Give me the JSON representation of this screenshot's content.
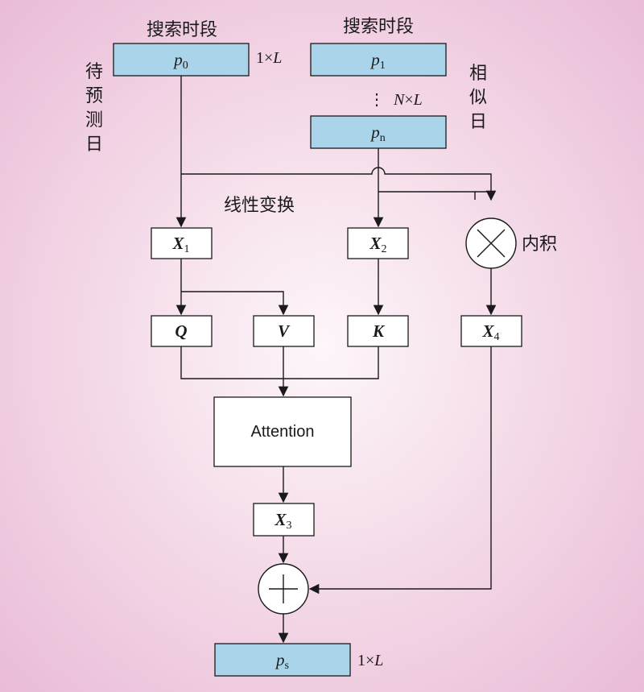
{
  "labels": {
    "search_period_left": "搜索时段",
    "search_period_right": "搜索时段",
    "target_day": [
      "待",
      "预",
      "测",
      "日"
    ],
    "similar_day": [
      "相",
      "似",
      "日"
    ],
    "linear_transform": "线性变换",
    "inner_product": "内积",
    "dim_1xL_top": "1×L",
    "dim_NxL": "N×L",
    "dim_1xL_bottom": "1×L",
    "vdots": "⋮"
  },
  "boxes": {
    "p0": {
      "base": "p",
      "sub": "0"
    },
    "p1": {
      "base": "p",
      "sub": "1"
    },
    "pn": {
      "base": "p",
      "sub": "n"
    },
    "x1": {
      "base": "X",
      "sub": "1"
    },
    "x2": {
      "base": "X",
      "sub": "2"
    },
    "x3": {
      "base": "X",
      "sub": "3"
    },
    "x4": {
      "base": "X",
      "sub": "4"
    },
    "q": "Q",
    "v": "V",
    "k": "K",
    "attention": "Attention",
    "ps": {
      "base": "p",
      "sub": "s"
    }
  },
  "operators": {
    "multiply": "×",
    "add": "+"
  },
  "colors": {
    "input_box": "#a9d4ea",
    "process_box": "#ffffff",
    "stroke": "#1a1a1a"
  }
}
